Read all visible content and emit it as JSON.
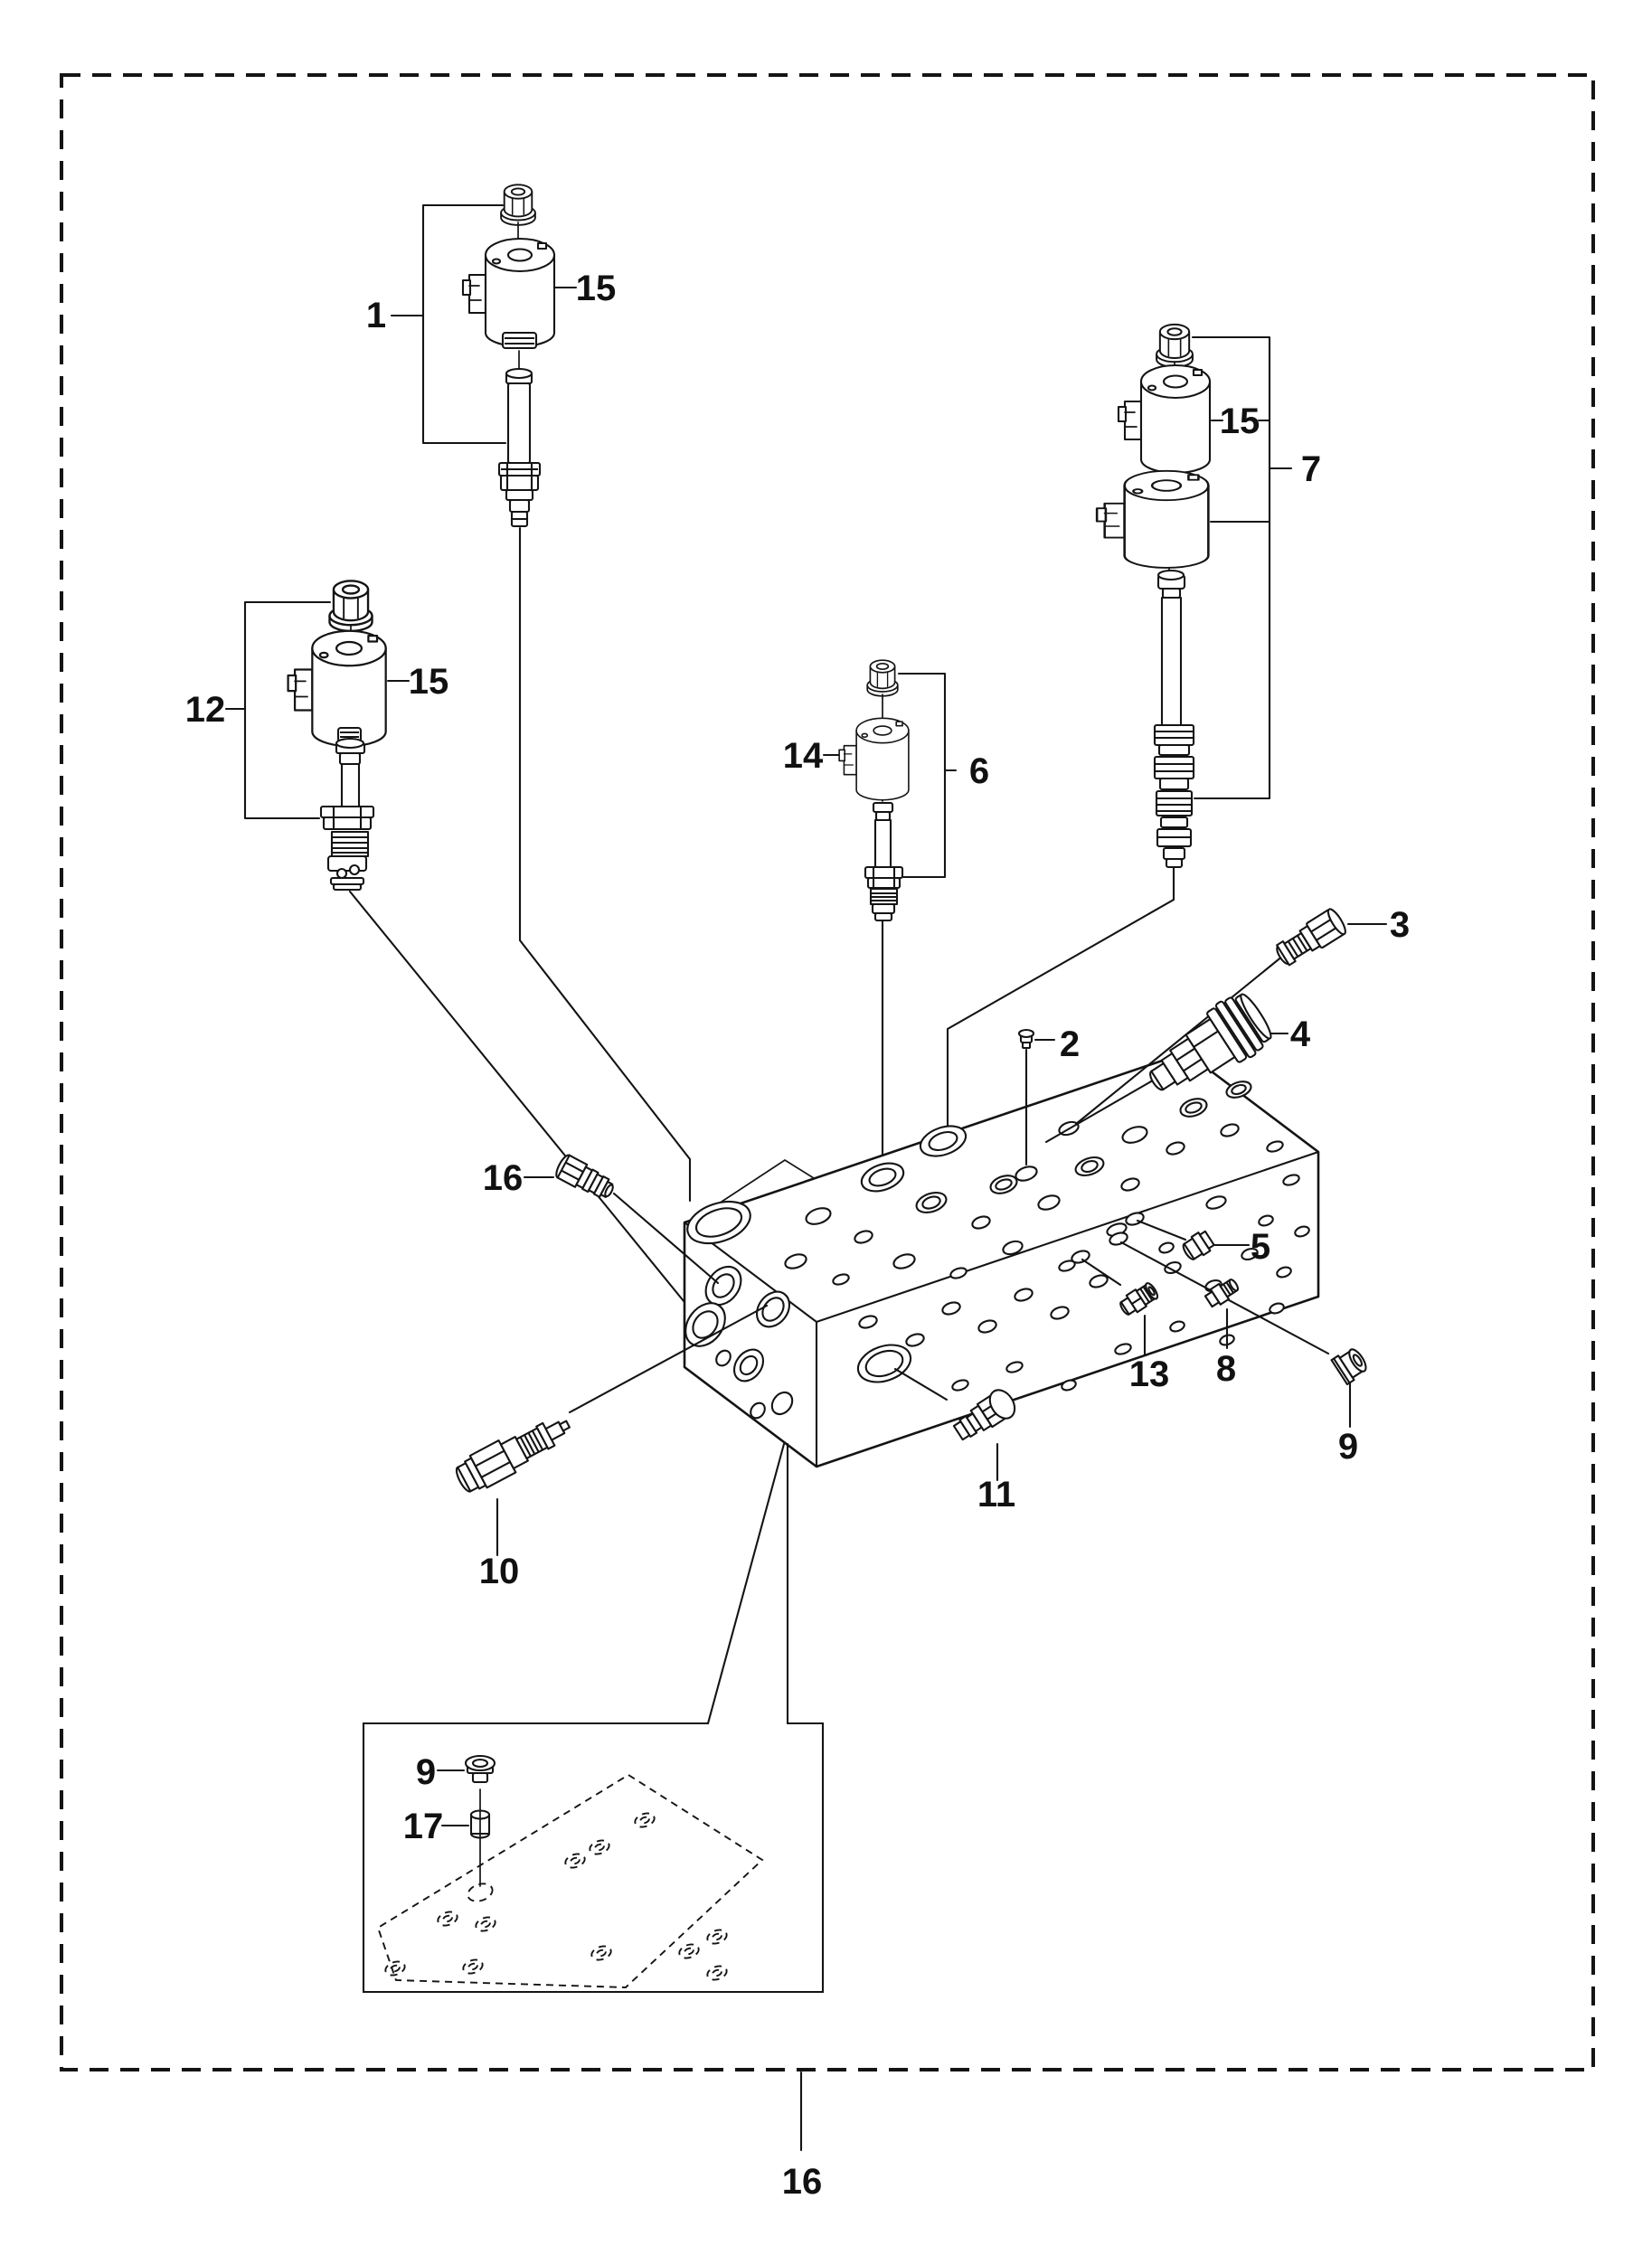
{
  "figure": {
    "type": "exploded-parts-diagram",
    "subject": "hydraulic-valve-block-assembly",
    "colors": {
      "line": "#141414",
      "background": "#ffffff"
    }
  },
  "callouts": {
    "c1": "1",
    "c15a": "15",
    "c12": "12",
    "c15b": "15",
    "c14": "14",
    "c6": "6",
    "c15c": "15",
    "c7": "7",
    "c2": "2",
    "c3": "3",
    "c4": "4",
    "c16": "16",
    "c5": "5",
    "c8": "8",
    "c9": "9",
    "c13": "13",
    "c11": "11",
    "c10": "10",
    "c9_sub": "9",
    "c17": "17",
    "c16_bottom": "16"
  }
}
